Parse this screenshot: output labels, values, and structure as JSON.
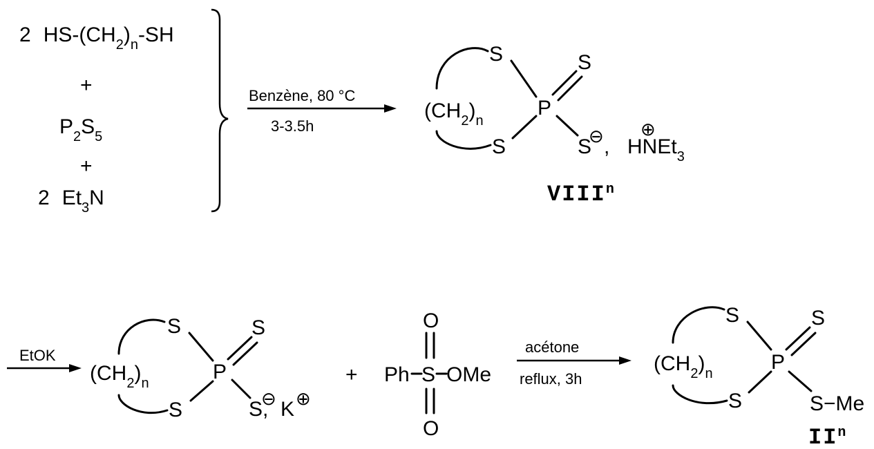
{
  "reactants": {
    "dithiol_coef": "2",
    "dithiol_formula": [
      "HS-(CH",
      "2",
      ")",
      "n",
      "-SH"
    ],
    "plus": "+",
    "p2s5": [
      "P",
      "2",
      "S",
      "5"
    ],
    "amine_coef": "2",
    "amine": [
      "Et",
      "3",
      "N"
    ]
  },
  "step1": {
    "cond_top": "Benzène, 80 °C",
    "cond_bottom": "3-3.5h"
  },
  "ring": {
    "ch2": "(CH",
    "sub2": "2",
    "close": ")",
    "subn": "n",
    "S": "S",
    "P": "P"
  },
  "product1": {
    "s_exo": "S",
    "s_anion": "S",
    "minus": "⊖",
    "comma": ",",
    "plus_circle": "⊕",
    "cation": [
      "HNEt",
      "3"
    ],
    "label": "VIII",
    "label_sup": "n"
  },
  "step2": {
    "reagent": "EtOK"
  },
  "salt": {
    "s_exo": "S",
    "s_anion": "S",
    "minus": "⊖",
    "comma": ",",
    "k": "K",
    "plus_circle": "⊕"
  },
  "plus2": "+",
  "sulfonate": {
    "ph": "Ph",
    "s": "S",
    "ome": "OMe",
    "o_top": "O",
    "o_bottom": "O"
  },
  "step3": {
    "cond_top": "acétone",
    "cond_bottom": "reflux,  3h"
  },
  "product2": {
    "s_exo": "S",
    "sme": "S−Me",
    "label": "II",
    "label_sup": "n"
  }
}
